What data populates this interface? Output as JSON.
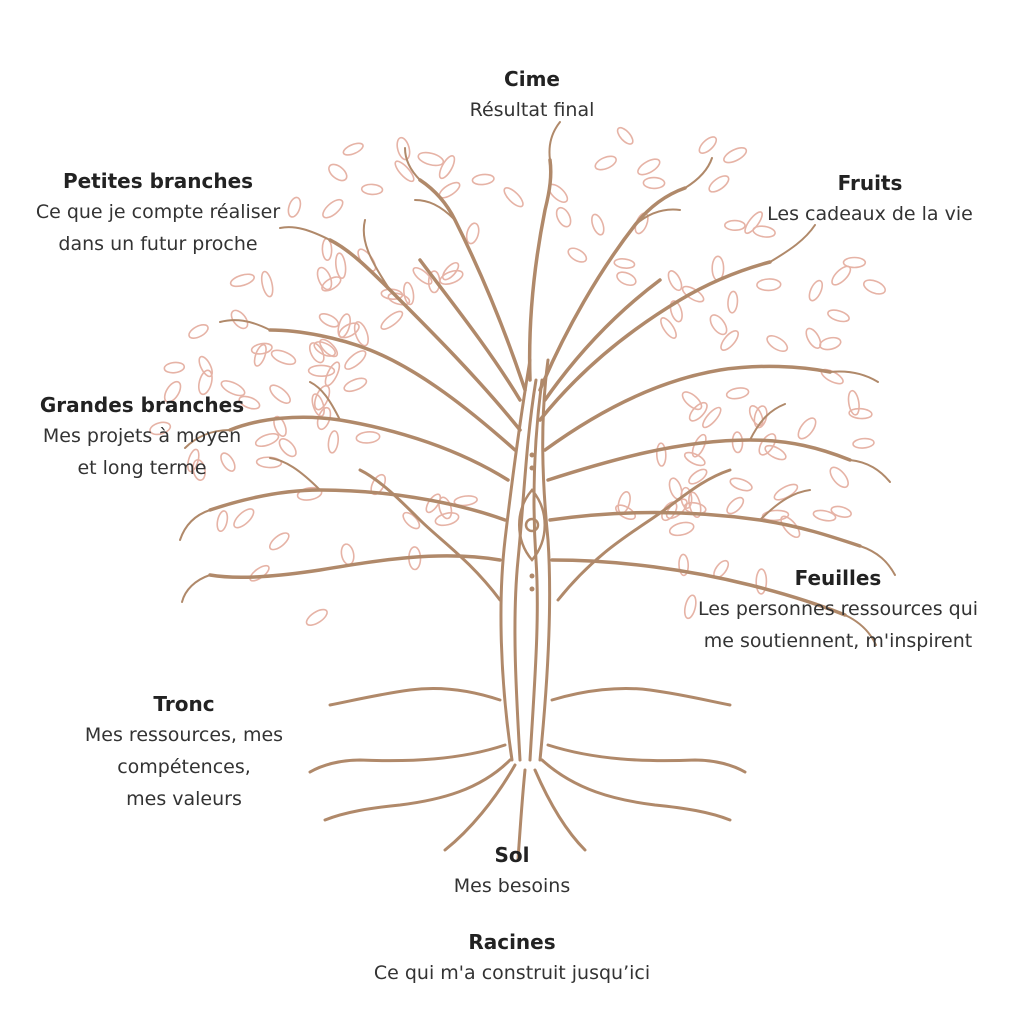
{
  "colors": {
    "branch": "#b0896a",
    "leaf": "#e6b3a6",
    "text": "#2b2b2b"
  },
  "labels": {
    "cime": {
      "title": "Cime",
      "lines": [
        "Résultat final"
      ]
    },
    "fruits": {
      "title": "Fruits",
      "lines": [
        "Les cadeaux de la vie"
      ]
    },
    "petites_branches": {
      "title": "Petites branches",
      "lines": [
        "Ce que je compte réaliser",
        "dans un futur proche"
      ]
    },
    "grandes_branches": {
      "title": "Grandes branches",
      "lines": [
        "Mes projets à moyen",
        "et long terme"
      ]
    },
    "feuilles": {
      "title": "Feuilles",
      "lines": [
        "Les personnes ressources qui",
        "me soutiennent, m'inspirent"
      ]
    },
    "tronc": {
      "title": "Tronc",
      "lines": [
        "Mes ressources, mes",
        "compétences,",
        "mes valeurs"
      ]
    },
    "sol": {
      "title": "Sol",
      "lines": [
        "Mes besoins"
      ]
    },
    "racines": {
      "title": "Racines",
      "lines": [
        "Ce qui m'a construit jusqu’ici"
      ]
    }
  }
}
